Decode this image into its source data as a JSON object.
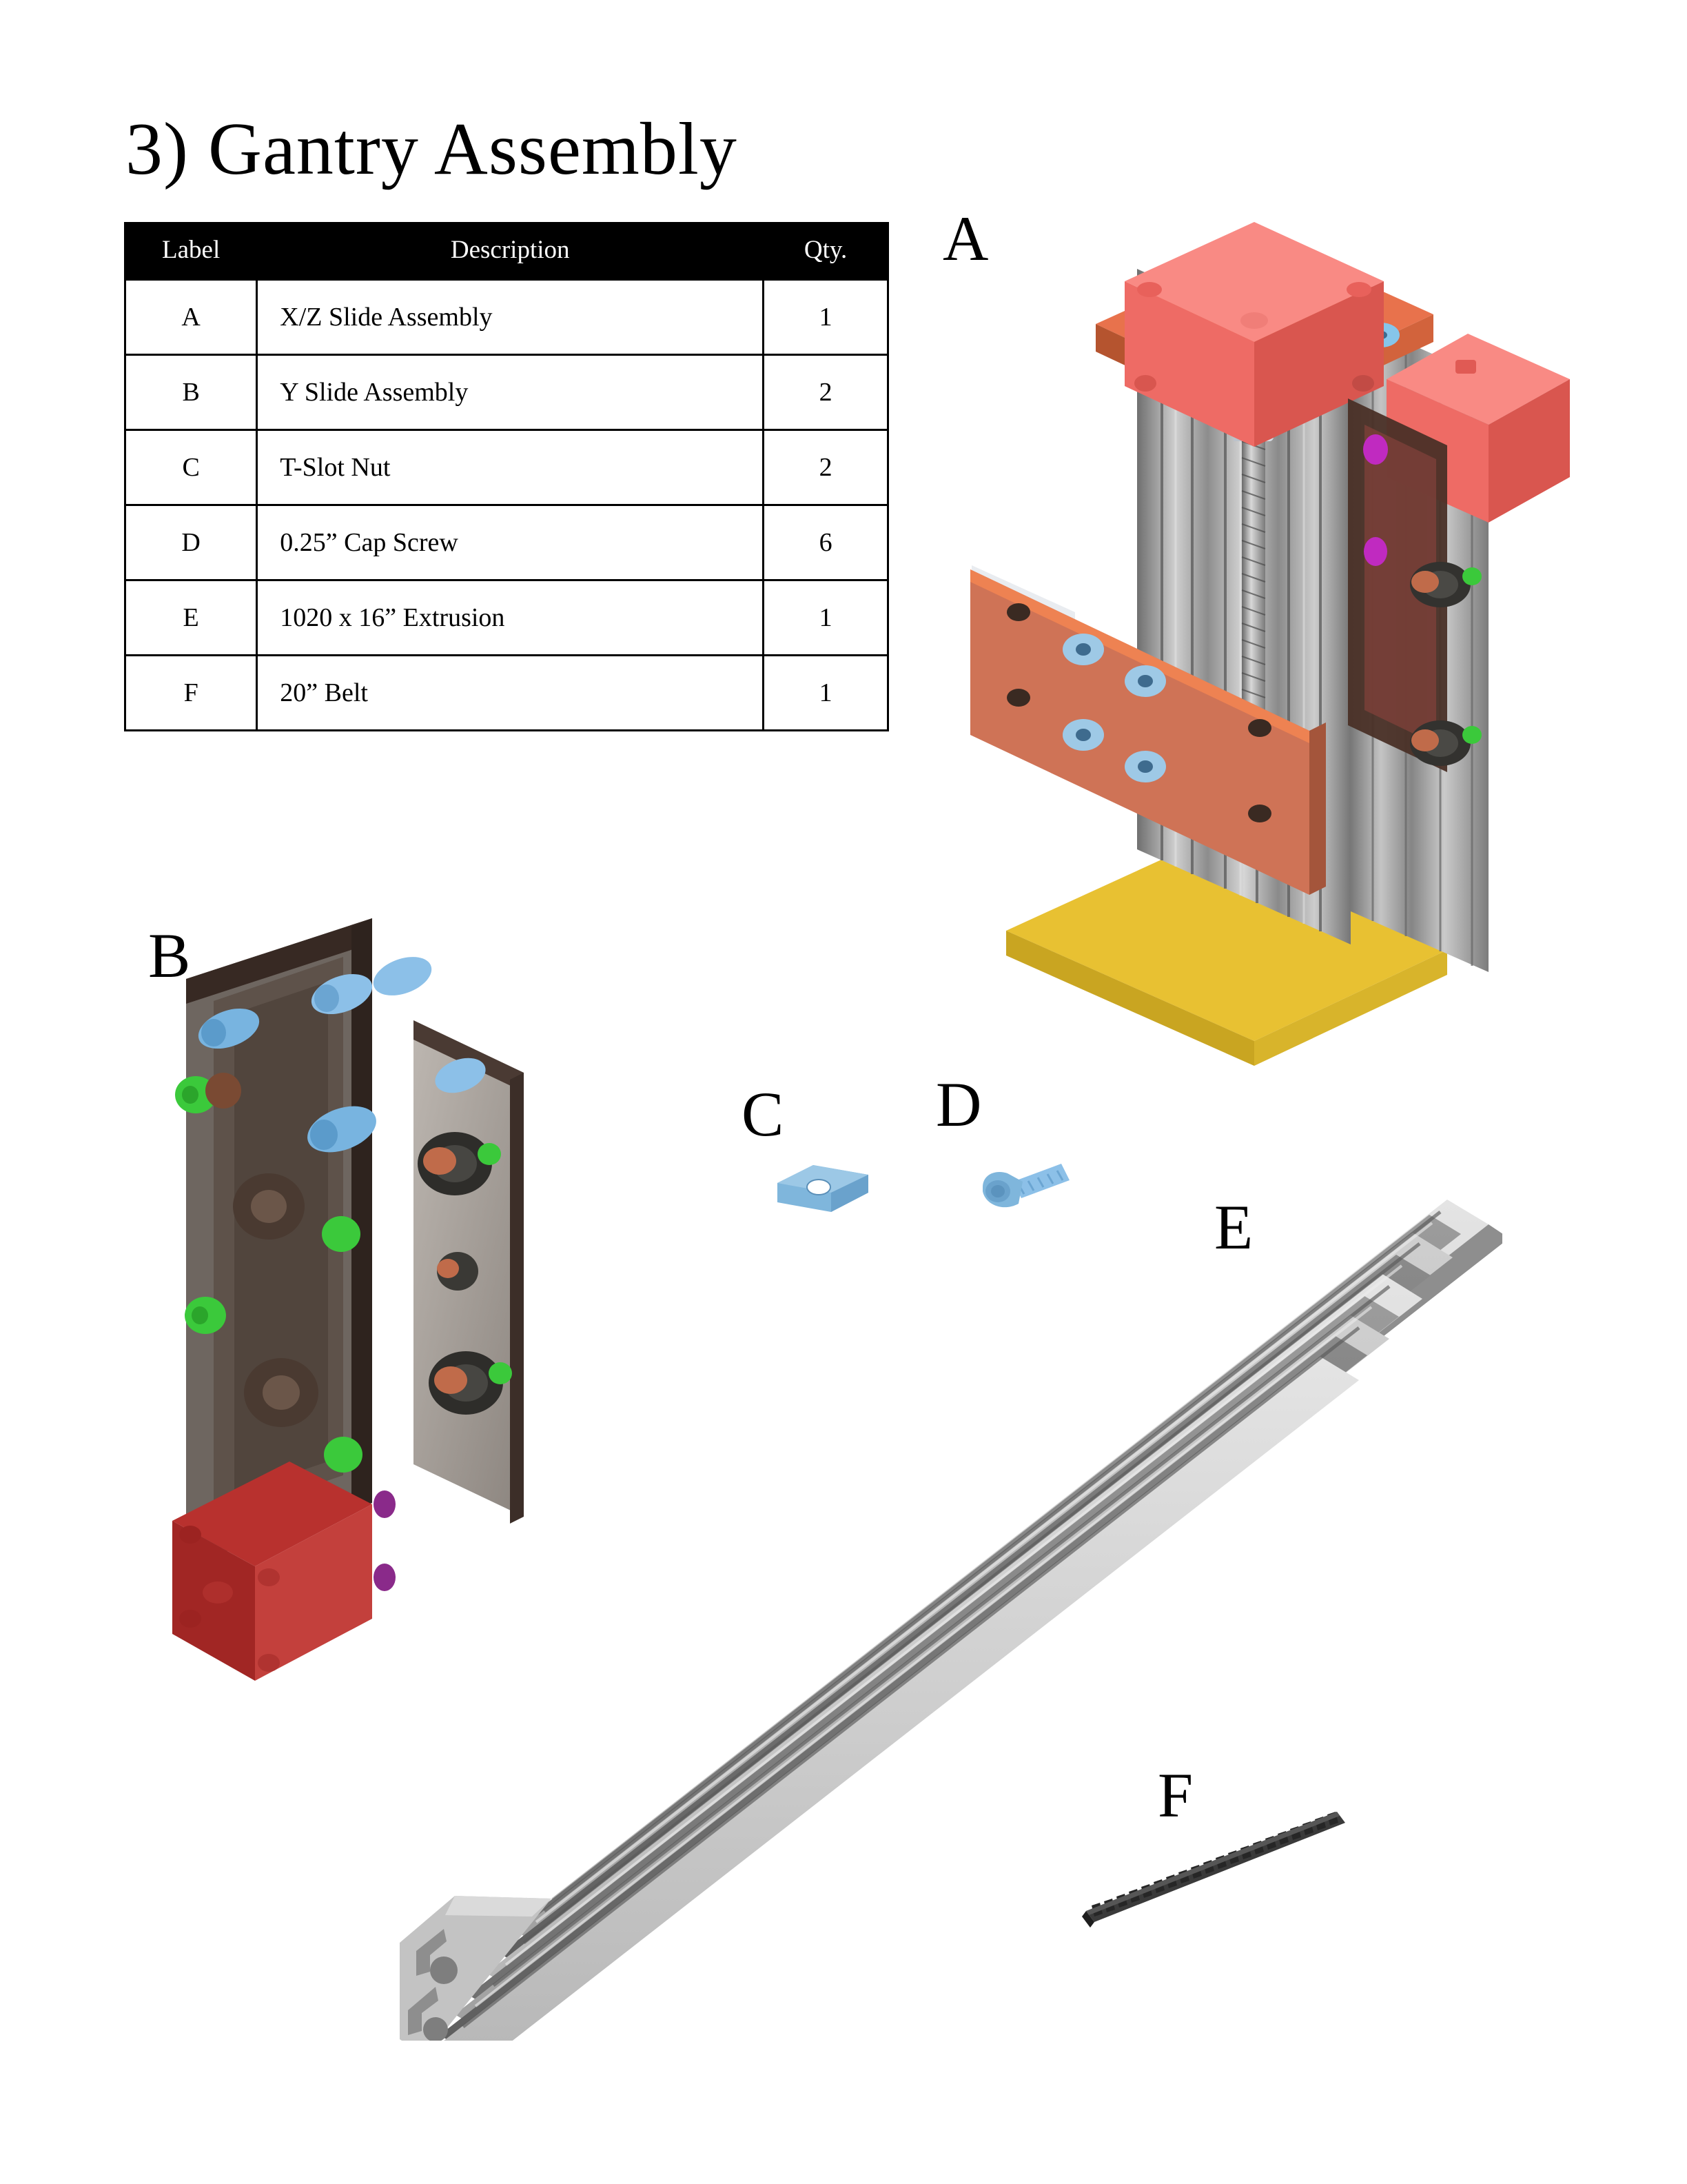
{
  "page": {
    "title": "3) Gantry Assembly",
    "background": "#ffffff"
  },
  "bom": {
    "columns": [
      "Label",
      "Description",
      "Qty."
    ],
    "rows": [
      {
        "label": "A",
        "description": "X/Z Slide Assembly",
        "qty": "1"
      },
      {
        "label": "B",
        "description": "Y Slide Assembly",
        "qty": "2"
      },
      {
        "label": "C",
        "description": "T-Slot Nut",
        "qty": "2"
      },
      {
        "label": "D",
        "description": "0.25” Cap Screw",
        "qty": "6"
      },
      {
        "label": "E",
        "description": "1020 x 16” Extrusion",
        "qty": "1"
      },
      {
        "label": "F",
        "description": "20” Belt",
        "qty": "1"
      }
    ]
  },
  "callouts": {
    "a": "A",
    "b": "B",
    "c": "C",
    "d": "D",
    "e": "E",
    "f": "F"
  },
  "figures": {
    "a": {
      "name": "xz-slide-assembly-illustration",
      "parts": [
        "stepper-motor",
        "motor-mount-plate",
        "lead-screw",
        "shaft-coupler",
        "aluminum-extrusion",
        "carriage-plate",
        "v-wheel",
        "base-plate"
      ]
    },
    "b": {
      "name": "y-slide-assembly-illustration",
      "parts": [
        "stepper-motor",
        "gantry-plate",
        "standoff",
        "v-wheel",
        "eccentric-spacer",
        "nut"
      ]
    },
    "c": {
      "name": "t-slot-nut-illustration",
      "parts": [
        "t-slot-nut"
      ]
    },
    "d": {
      "name": "cap-screw-illustration",
      "parts": [
        "cap-screw"
      ]
    },
    "e": {
      "name": "extrusion-illustration",
      "parts": [
        "1020-extrusion"
      ]
    },
    "f": {
      "name": "belt-illustration",
      "parts": [
        "timing-belt"
      ]
    }
  },
  "colors": {
    "motor_salmon": "#F4746E",
    "motor_red": "#B8312E",
    "plate_orange": "#E8724C",
    "plate_terracotta": "#CF7356",
    "plate_yellow": "#E8C132",
    "plate_dark": "#4A3A33",
    "aluminum_light": "#C9C9C9",
    "aluminum_mid": "#9A9A9A",
    "aluminum_dark": "#6E6E6E",
    "screw_blue": "#86C5EA",
    "nut_green": "#3BC93B",
    "wheel_copper": "#C06B4A",
    "wheel_black": "#33322F",
    "fastener_magenta": "#C02AC0",
    "belt_black": "#2B2B2B",
    "text": "#000000",
    "header_bg": "#000000",
    "header_text": "#FFFFFF"
  }
}
